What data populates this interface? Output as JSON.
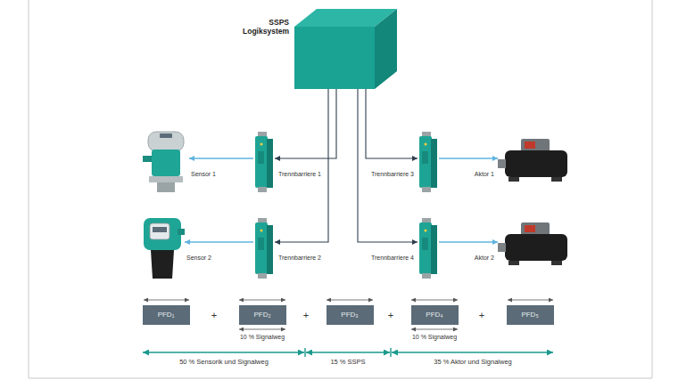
{
  "diagram": {
    "nodes": [
      {
        "text": [
          "SSPS Logiksystem"
        ]
      },
      {
        "text": [
          "Sensor 1"
        ]
      },
      {
        "text": [
          "Trennbarriere 1"
        ]
      },
      {
        "text": [
          "Trennbarriere 3"
        ]
      },
      {
        "text": [
          "Aktor 1"
        ]
      },
      {
        "text": [
          "Sensor 2"
        ]
      },
      {
        "text": [
          "Trennbarriere 2"
        ]
      },
      {
        "text": [
          "Trennbarriere 4"
        ]
      },
      {
        "text": [
          "Aktor 2"
        ]
      },
      {
        "text": [
          "PFD₁"
        ]
      },
      {
        "text": [
          "PFD₂"
        ]
      },
      {
        "text": [
          "PFD₃"
        ]
      },
      {
        "text": [
          "PFD₄"
        ]
      },
      {
        "text": [
          "PFD₅"
        ]
      }
    ],
    "edges": [
      {
        "from": 0,
        "to": 2,
        "arrow": "to"
      },
      {
        "from": 0,
        "to": 6,
        "arrow": "to"
      },
      {
        "from": 0,
        "to": 3,
        "arrow": "to"
      },
      {
        "from": 0,
        "to": 7,
        "arrow": "to"
      },
      {
        "from": 2,
        "to": 1,
        "arrow": "to"
      },
      {
        "from": 6,
        "to": 5,
        "arrow": "to"
      },
      {
        "from": 3,
        "to": 4,
        "arrow": "to"
      },
      {
        "from": 7,
        "to": 8,
        "arrow": "to"
      }
    ],
    "labels": [
      "+",
      "+",
      "+",
      "+",
      "10 % Signalweg",
      "10 % Signalweg",
      "50 % Sensorik und Signalweg",
      "15 % SSPS",
      "35 % Aktor und Signalweg"
    ]
  }
}
